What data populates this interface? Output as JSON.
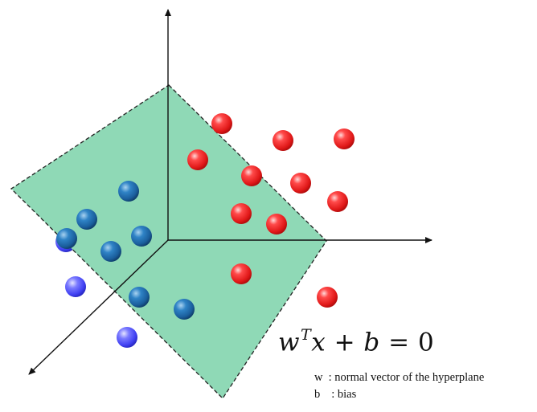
{
  "equation": {
    "w": "w",
    "sup": "T",
    "x": "x",
    "op1": " + ",
    "b": "b",
    "op2": " = ",
    "rhs": "0"
  },
  "legend": [
    {
      "symbol": "w",
      "separator": " : ",
      "text": "normal vector of the hyperplane"
    },
    {
      "symbol": "b",
      "separator": "  : ",
      "text": "bias"
    }
  ],
  "colors": {
    "plane_fill": "#8fd9b6",
    "plane_edge": "#222222",
    "axis": "#111111",
    "red_ball": "#ee1c1c",
    "teal_ball": "#1a6ab0",
    "blue_ball": "#5a5aff"
  },
  "icons": {
    "red_points": "red-sphere-icon",
    "teal_points": "teal-sphere-icon",
    "blue_points": "blue-sphere-icon"
  }
}
